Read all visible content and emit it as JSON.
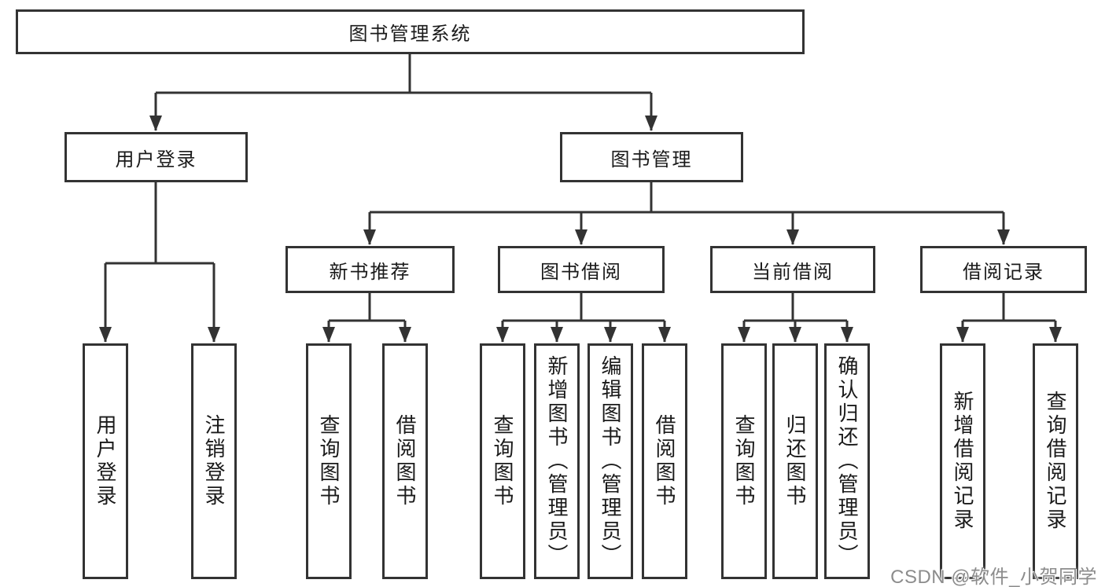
{
  "colors": {
    "background": "#ffffff",
    "line": "#333333",
    "box_border": "#333333",
    "text": "#1a1a1a",
    "watermark_text": "#8c8c8c"
  },
  "tree": {
    "root": {
      "label": "图书管理系统"
    },
    "level2": [
      {
        "label": "用户登录",
        "children": [
          {
            "label": "用户登录"
          },
          {
            "label": "注销登录"
          }
        ]
      },
      {
        "label": "图书管理",
        "children": [
          {
            "label": "新书推荐",
            "children": [
              {
                "label": "查询图书"
              },
              {
                "label": "借阅图书"
              }
            ]
          },
          {
            "label": "图书借阅",
            "children": [
              {
                "label": "查询图书"
              },
              {
                "label": "新增图书（管理员）"
              },
              {
                "label": "编辑图书（管理员）"
              },
              {
                "label": "借阅图书"
              }
            ]
          },
          {
            "label": "当前借阅",
            "children": [
              {
                "label": "查询图书"
              },
              {
                "label": "归还图书"
              },
              {
                "label": "确认归还（管理员）"
              }
            ]
          },
          {
            "label": "借阅记录",
            "children": [
              {
                "label": "新增借阅记录"
              },
              {
                "label": "查询借阅记录"
              }
            ]
          }
        ]
      }
    ]
  },
  "watermark": {
    "text": "CSDN @软件_小贺同学"
  }
}
